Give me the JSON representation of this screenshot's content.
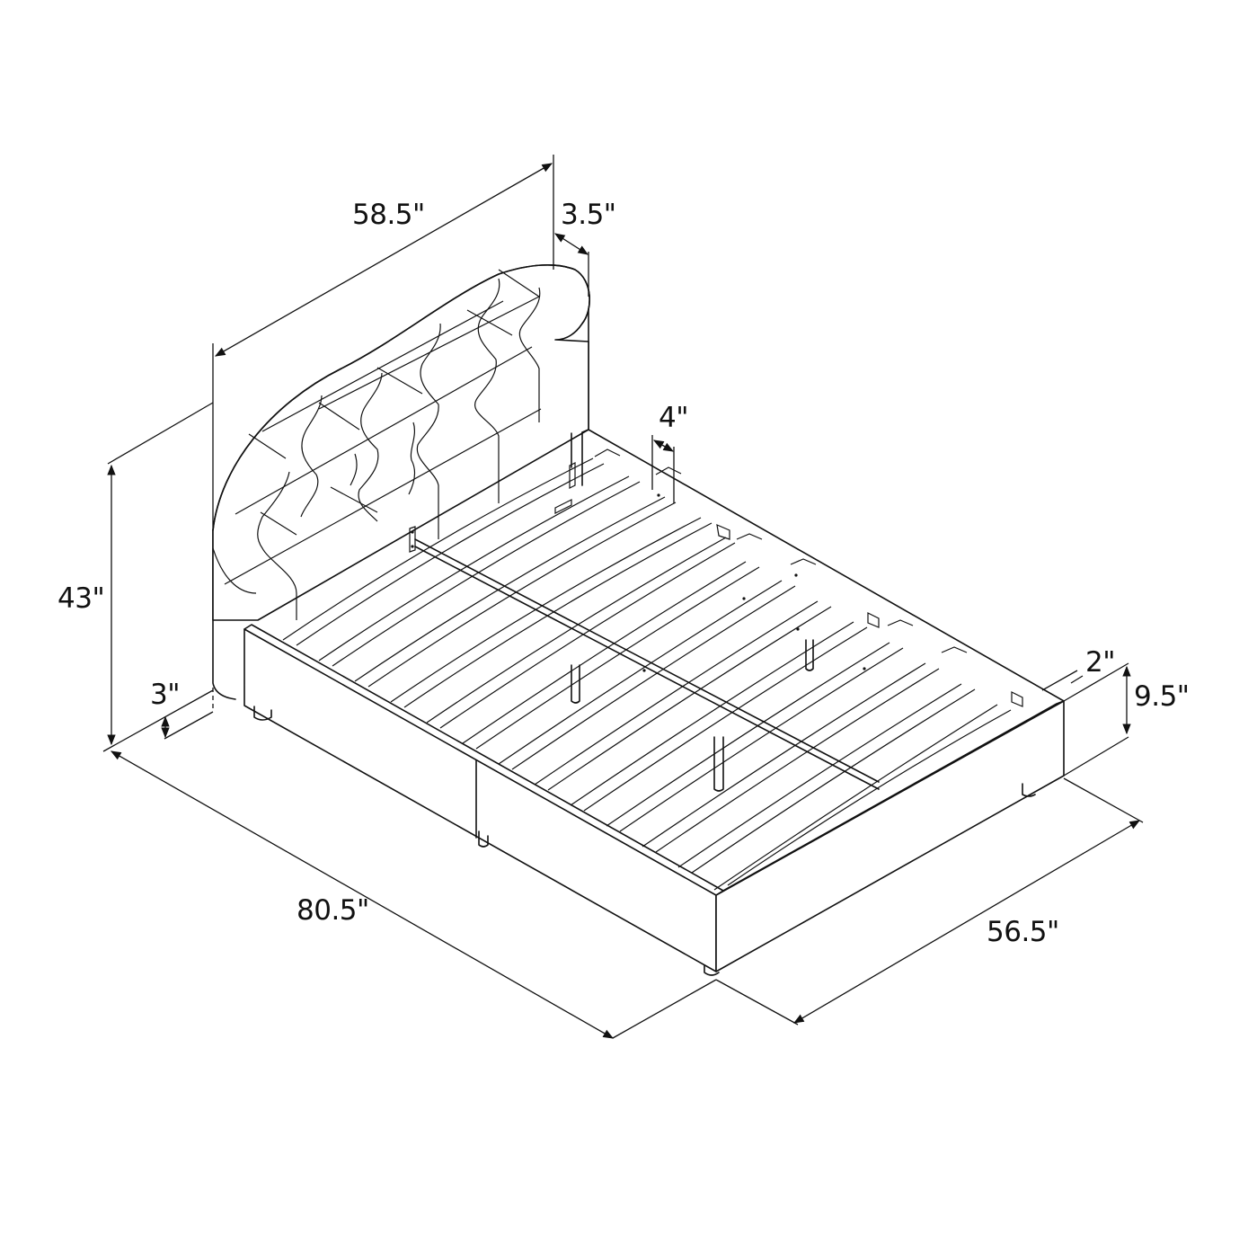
{
  "diagram": {
    "subject": "Upholstered platform bed with tufted arched headboard and slat base",
    "line_color": "#111111",
    "background_color": "#ffffff",
    "dimensions": {
      "headboard_width": "58.5\"",
      "headboard_depth": "3.5\"",
      "total_height": "43\"",
      "leg_height": "3\"",
      "slat_width": "4\"",
      "side_rail_thickness": "2\"",
      "rail_height": "9.5\"",
      "overall_length": "80.5\"",
      "overall_width": "56.5\""
    }
  }
}
